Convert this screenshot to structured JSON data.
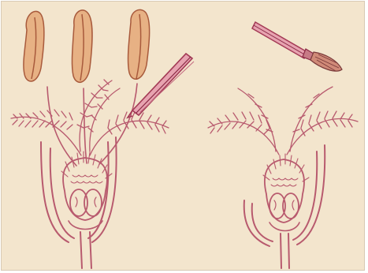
{
  "image": {
    "kind": "botanical illustration",
    "background_color": "#f3e5cd",
    "line_color": "#b85a6e",
    "anther_color": "#e7b184",
    "anther_outline": "#a85a3c",
    "subjects": [
      {
        "id": "flower-left",
        "anthers": 3,
        "tool": "forceps"
      },
      {
        "id": "flower-right",
        "anthers": 0,
        "tool": "paint-brush"
      }
    ]
  }
}
